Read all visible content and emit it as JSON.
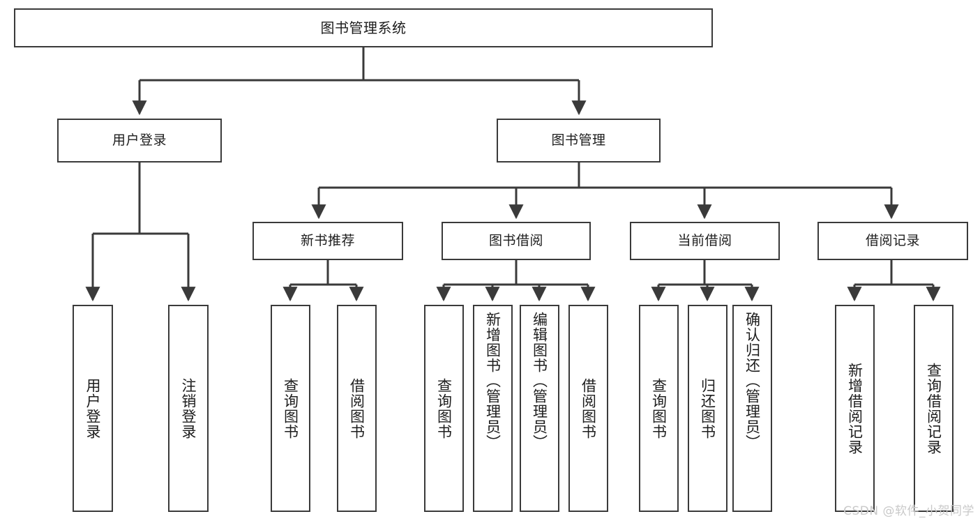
{
  "diagram": {
    "title": "图书管理系统",
    "watermark": "CSDN @软件_小贺同学",
    "colors": {
      "stroke": "#3a3a3a",
      "fill": "#ffffff",
      "text": "#1d1d1d",
      "watermark": "#c9c9c9"
    },
    "root": {
      "label": "图书管理系统"
    },
    "level2": [
      {
        "label": "用户登录"
      },
      {
        "label": "图书管理"
      }
    ],
    "level3": [
      {
        "label": "新书推荐"
      },
      {
        "label": "图书借阅"
      },
      {
        "label": "当前借阅"
      },
      {
        "label": "借阅记录"
      }
    ],
    "leaves": [
      {
        "label": "用户登录",
        "parent": "用户登录"
      },
      {
        "label": "注销登录",
        "parent": "用户登录"
      },
      {
        "label": "查询图书",
        "parent": "新书推荐"
      },
      {
        "label": "借阅图书",
        "parent": "新书推荐"
      },
      {
        "label": "查询图书",
        "parent": "图书借阅"
      },
      {
        "label": "新增图书（管理员）",
        "parent": "图书借阅"
      },
      {
        "label": "编辑图书（管理员）",
        "parent": "图书借阅"
      },
      {
        "label": "借阅图书",
        "parent": "图书借阅"
      },
      {
        "label": "查询图书",
        "parent": "当前借阅"
      },
      {
        "label": "归还图书",
        "parent": "当前借阅"
      },
      {
        "label": "确认归还（管理员）",
        "parent": "当前借阅"
      },
      {
        "label": "新增借阅记录",
        "parent": "借阅记录"
      },
      {
        "label": "查询借阅记录",
        "parent": "借阅记录"
      }
    ]
  }
}
